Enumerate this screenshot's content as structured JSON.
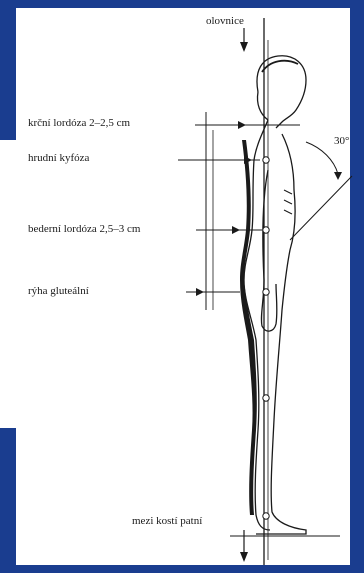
{
  "colors": {
    "background_blue": "#1a3d8f",
    "dot_pattern": "#6a8ad0",
    "line": "#1a1a1a"
  },
  "diagram": {
    "labels": {
      "plumb_line": "olovnice",
      "cervical_lordosis": "krční lordóza 2–2,5 cm",
      "thoracic_kyphosis": "hrudní kyfóza",
      "lumbar_lordosis": "bederní lordóza 2,5–3 cm",
      "gluteal_fold": "rýha gluteální",
      "angle": "30°",
      "foot_reference": "mezi kostí patní"
    }
  }
}
